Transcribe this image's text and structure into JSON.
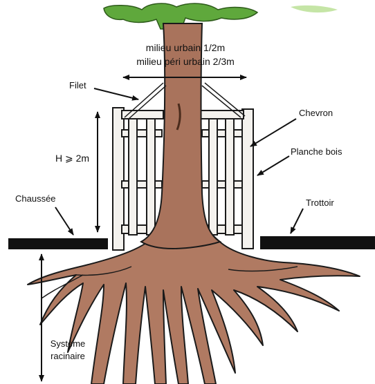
{
  "diagram": {
    "labels": {
      "width_urban": "milieu urbain 1/2m",
      "width_periurban": "milieu péri urbain 2/3m",
      "filet": "Filet",
      "chevron": "Chevron",
      "height": "H ⩾ 2m",
      "planche_bois": "Planche bois",
      "chaussee": "Chaussée",
      "trottoir": "Trottoir",
      "systeme_line1": "Système",
      "systeme_line2": "racinaire"
    },
    "colors": {
      "trunk": "#a9735c",
      "roots": "#b07a62",
      "foliage": "#5fa83c",
      "foliage_light": "#9fd36a",
      "ground": "#111111",
      "planks": "#f4f2ee",
      "outline": "#1a1a1a"
    }
  }
}
